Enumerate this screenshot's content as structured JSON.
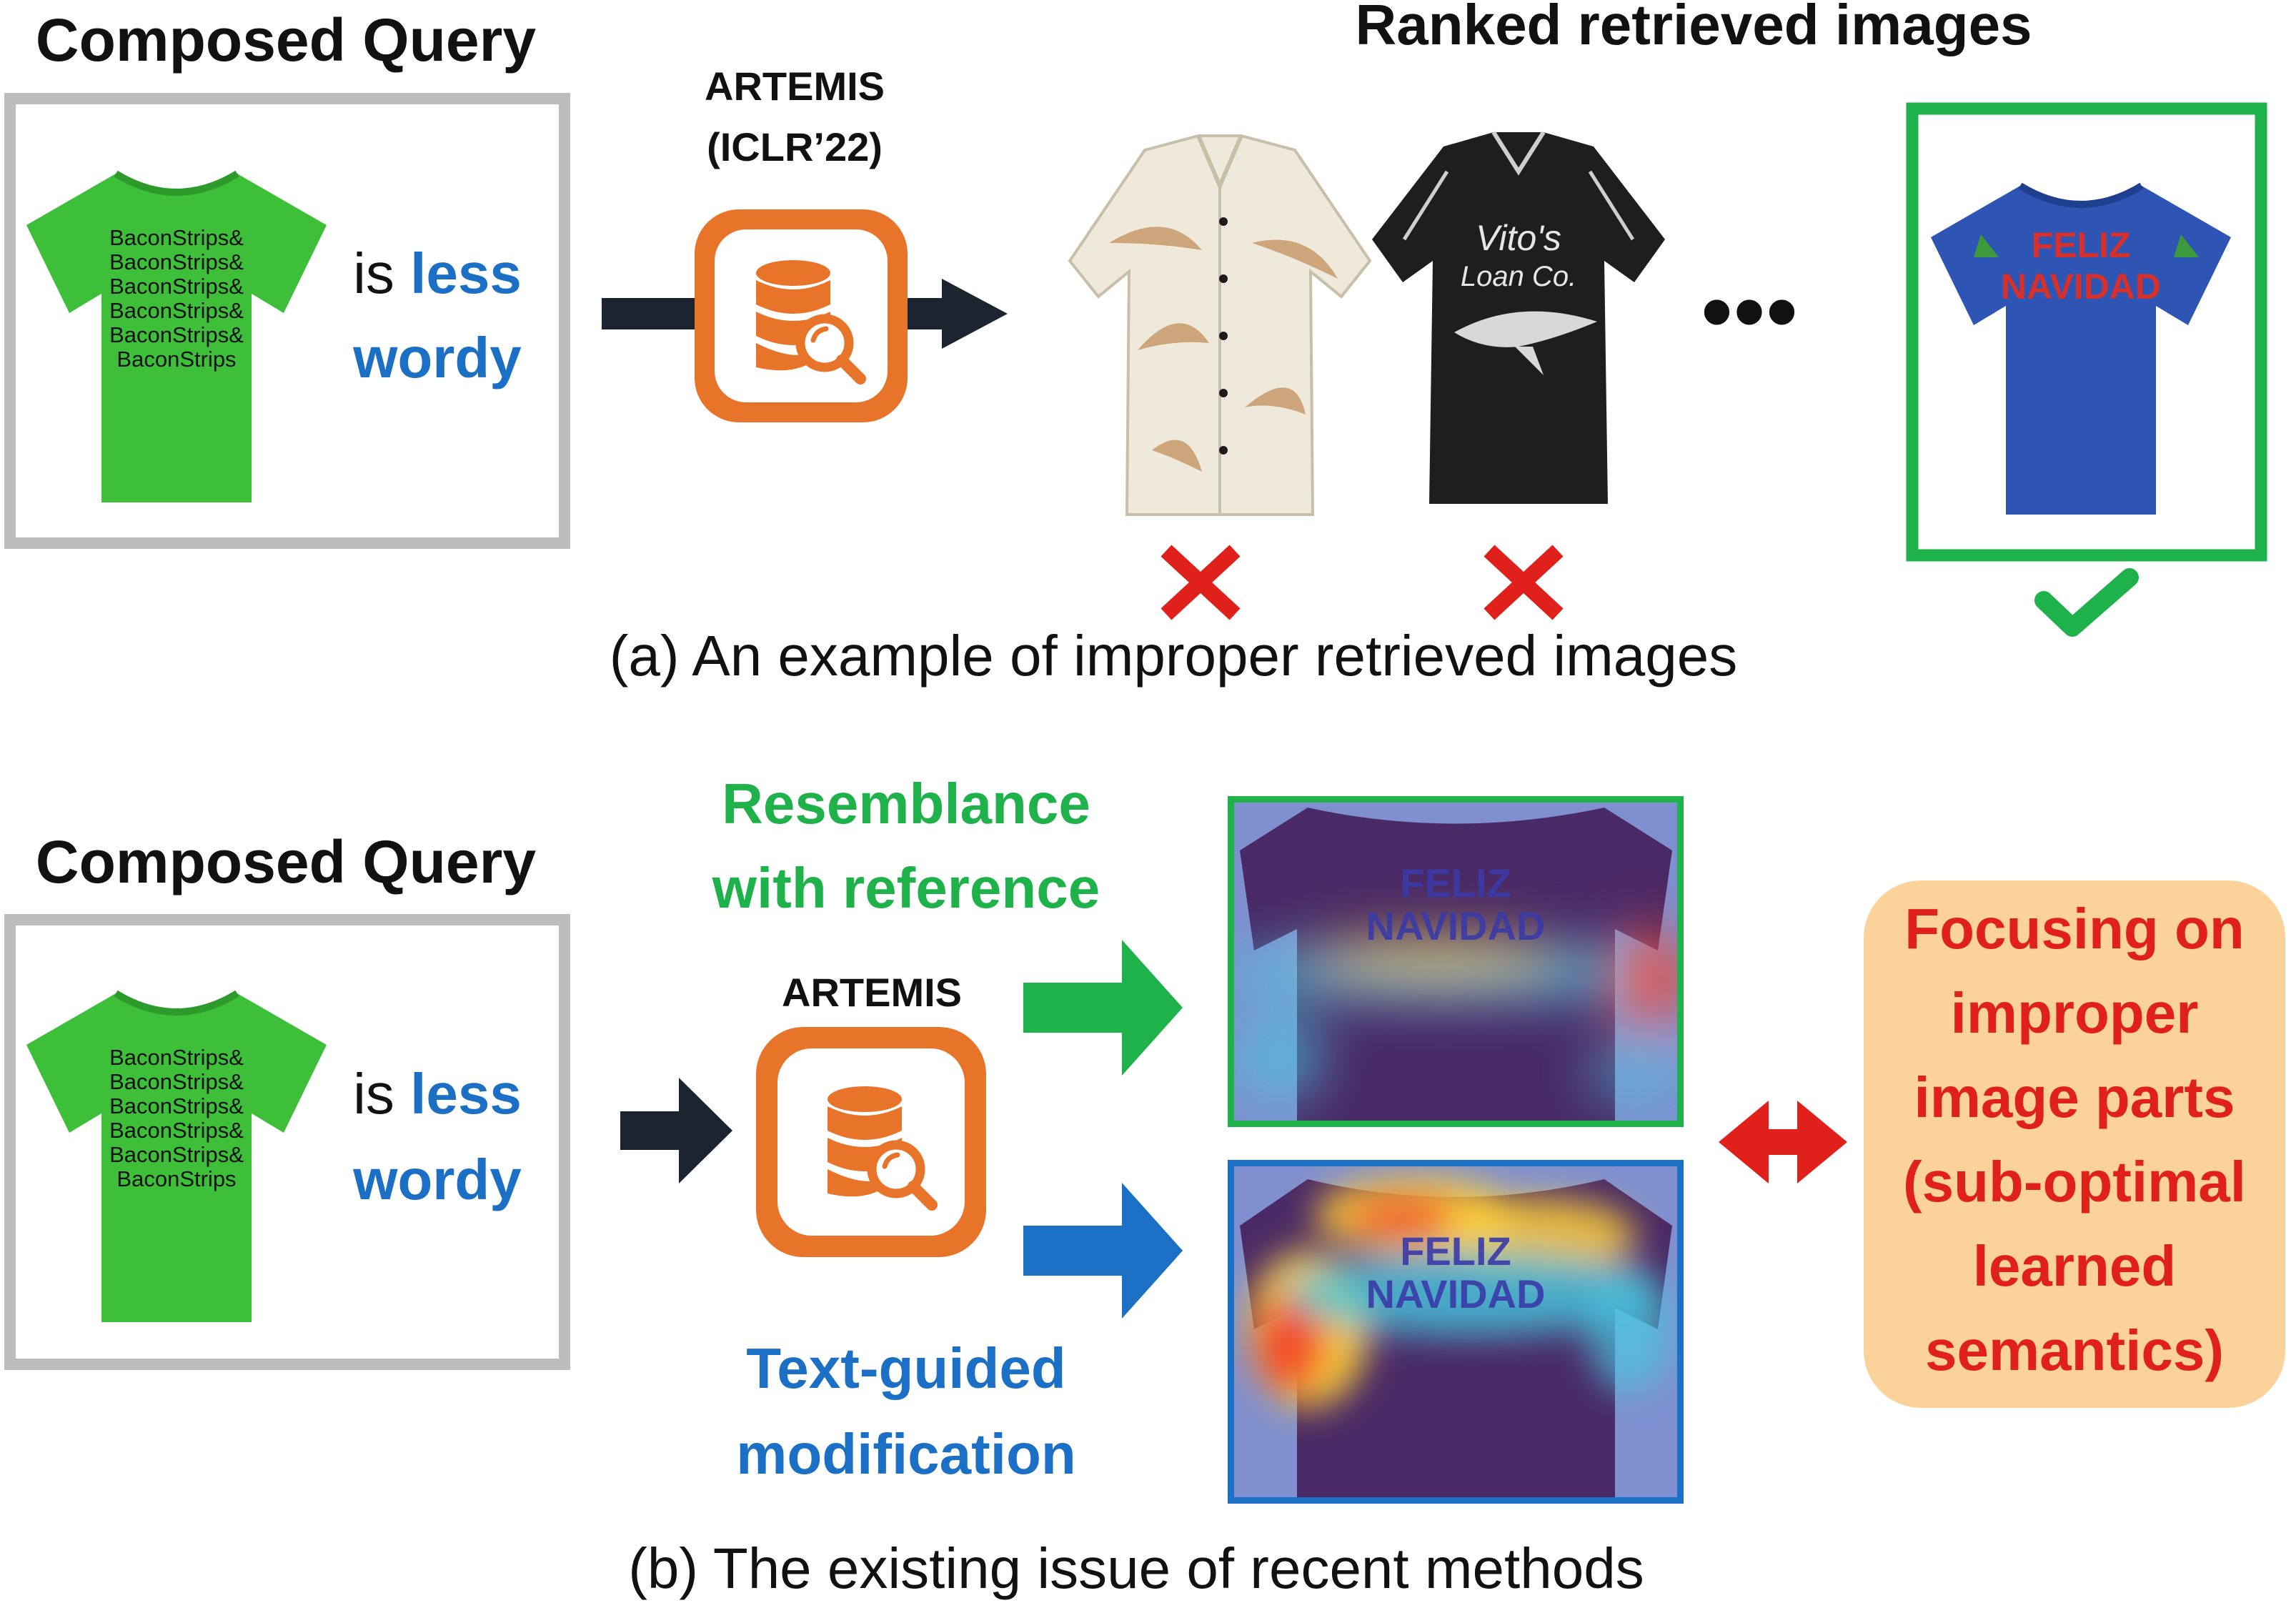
{
  "colors": {
    "green": "#1fb24a",
    "blue": "#1b6fc4",
    "red": "#e0201b",
    "dark": "#1b2431",
    "gray_frame": "#bdbdbd",
    "orange": "#e8742a",
    "peach": "#fcd29b",
    "tee_green": "#3dbf3a",
    "tee_blue": "#2e54b4"
  },
  "panel_a": {
    "composed_query_title": "Composed Query",
    "query_shirt_lines": [
      "BaconStrips&",
      "BaconStrips&",
      "BaconStrips&",
      "BaconStrips&",
      "BaconStrips&",
      "BaconStrips"
    ],
    "query_text_prefix": "is",
    "query_text_highlight_1": "less",
    "query_text_highlight_2": "wordy",
    "model_name": "ARTEMIS",
    "model_venue": "(ICLR’22)",
    "ranked_title": "Ranked retrieved images",
    "ellipsis": "•••",
    "black_shirt_lines": [
      "Vito's",
      "Loan Co."
    ],
    "blue_shirt_lines": [
      "FELIZ",
      "NAVIDAD"
    ],
    "caption": "(a) An example of improper retrieved images"
  },
  "panel_b": {
    "composed_query_title": "Composed Query",
    "query_shirt_lines": [
      "BaconStrips&",
      "BaconStrips&",
      "BaconStrips&",
      "BaconStrips&",
      "BaconStrips&",
      "BaconStrips"
    ],
    "query_text_prefix": "is",
    "query_text_highlight_1": "less",
    "query_text_highlight_2": "wordy",
    "model_name": "ARTEMIS",
    "resemblance_line_1": "Resemblance",
    "resemblance_line_2": "with reference",
    "textguided_line_1": "Text-guided",
    "textguided_line_2": "modification",
    "heatmap_shirt_lines": [
      "FELIZ",
      "NAVIDAD"
    ],
    "issue_lines": [
      "Focusing on",
      "improper",
      "image parts",
      "(sub-optimal",
      "learned",
      "semantics)"
    ],
    "caption": "(b) The existing issue of recent methods"
  }
}
